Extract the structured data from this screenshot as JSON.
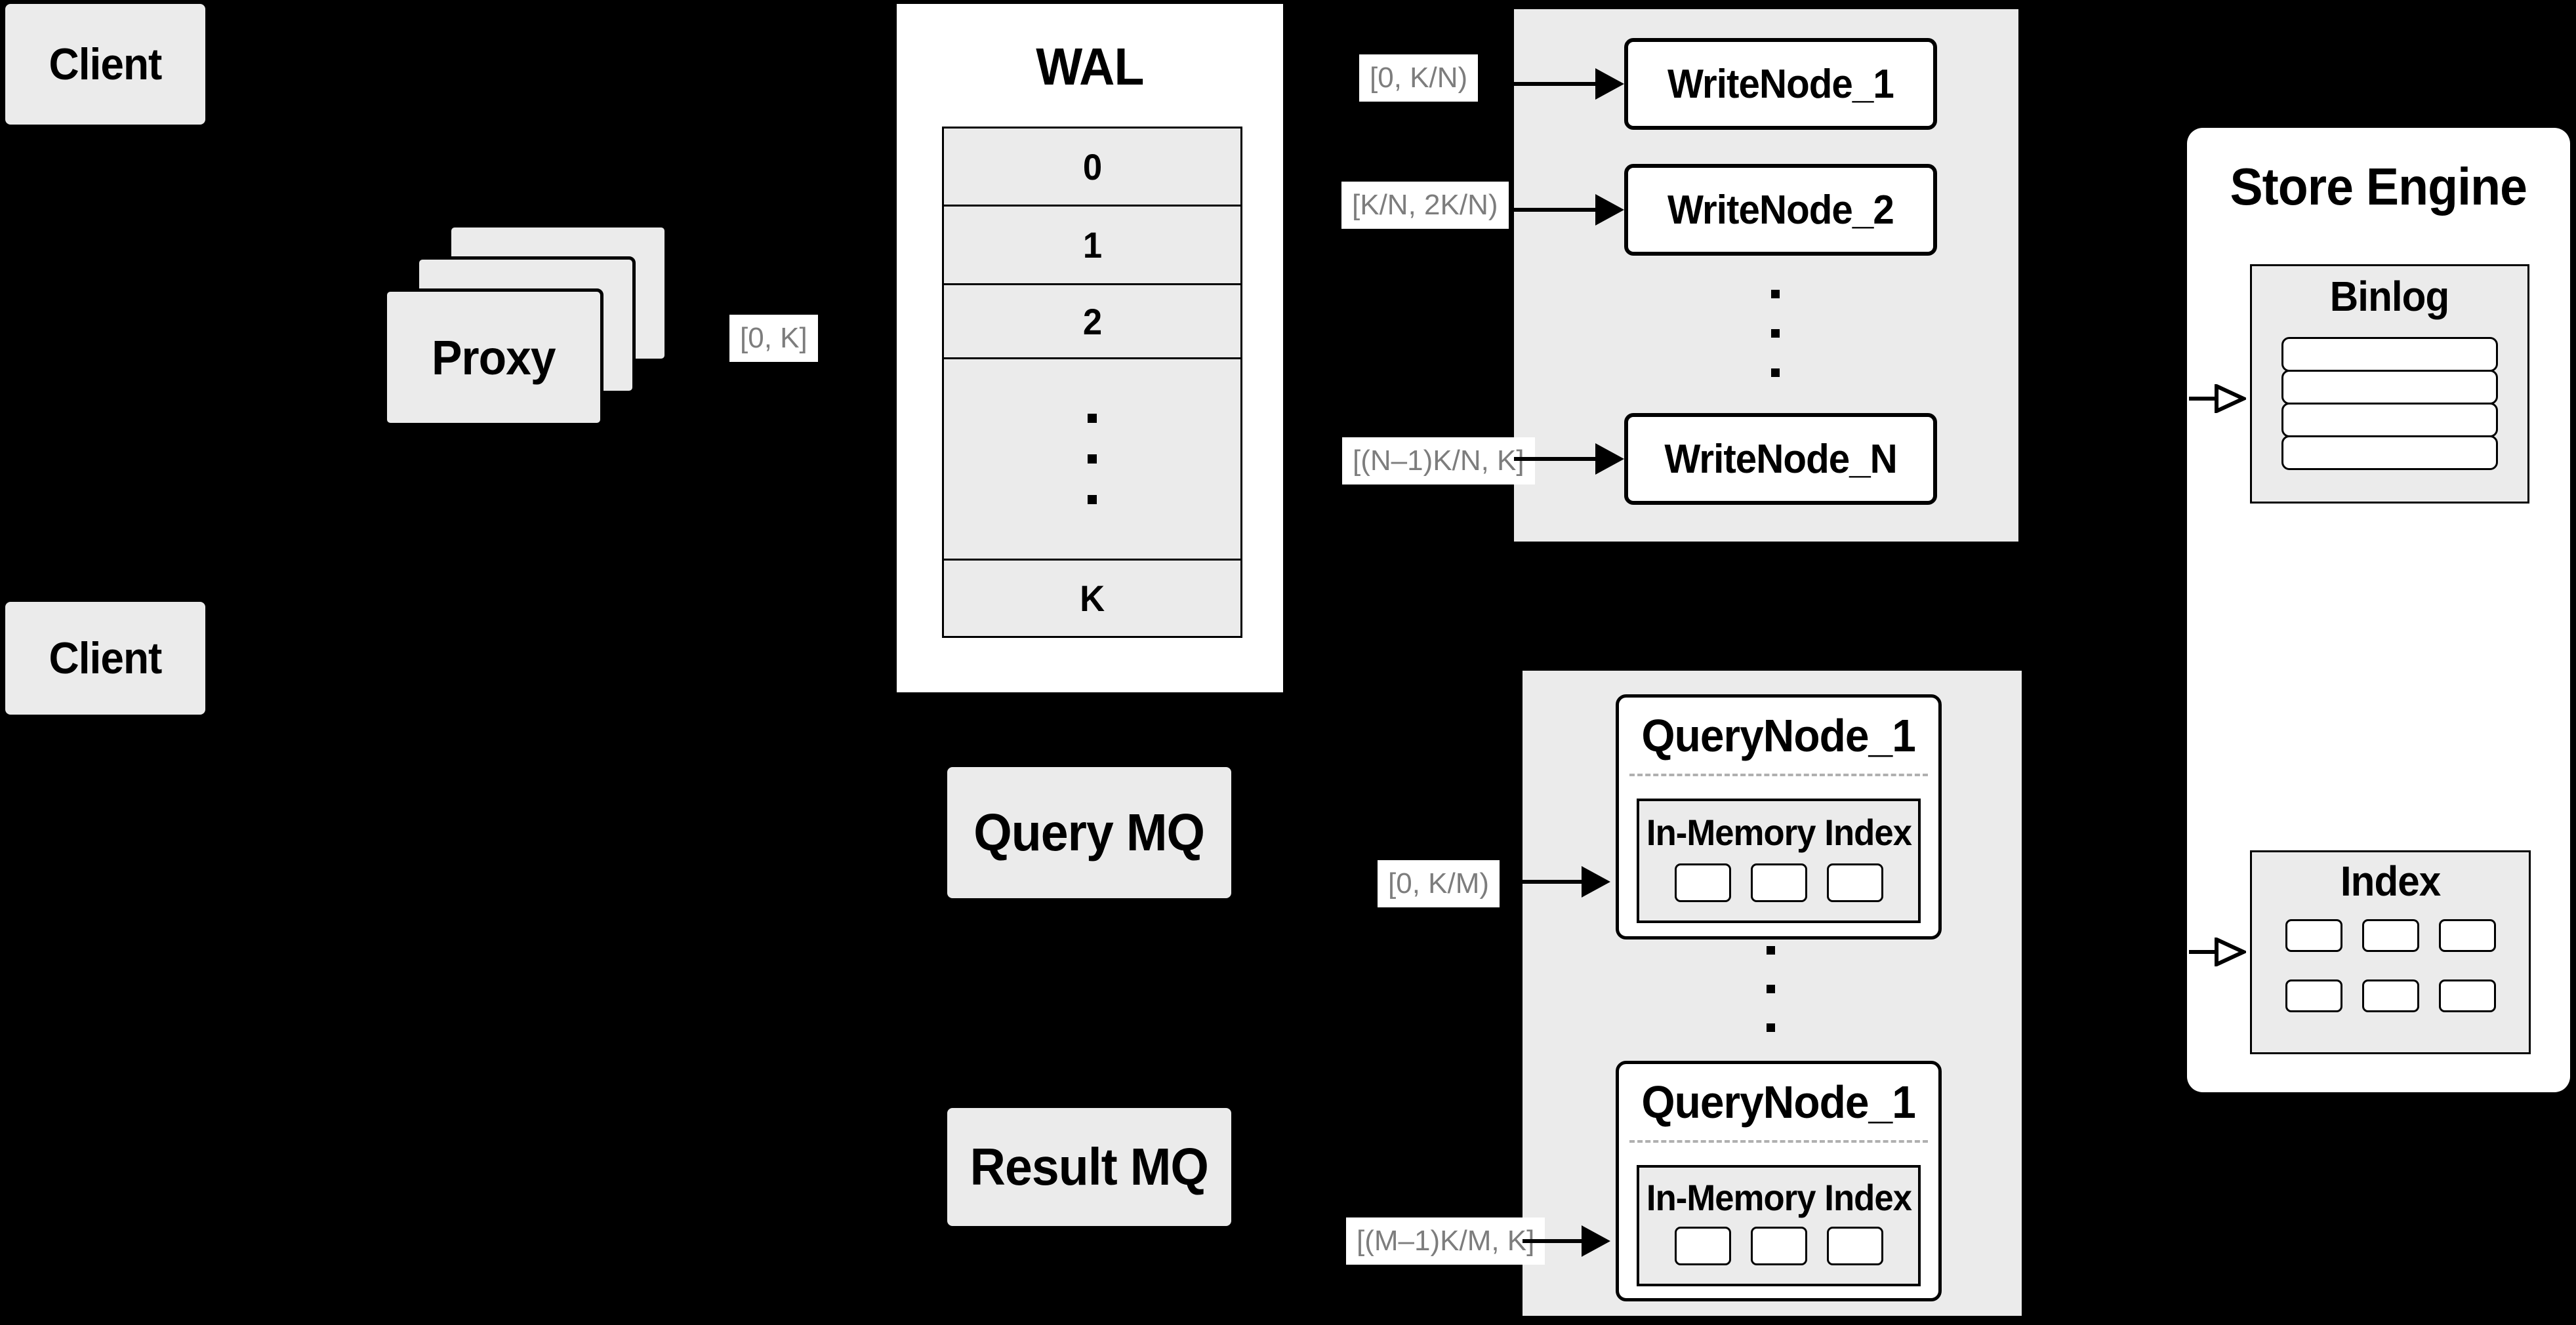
{
  "colors": {
    "background": "#000000",
    "panel_gray": "#ebebeb",
    "panel_white": "#ffffff",
    "stroke": "#000000",
    "range_label_text": "#7d7d7d",
    "dashed_separator": "#b0b0b0"
  },
  "clients": {
    "top": "Client",
    "bottom": "Client"
  },
  "proxy": {
    "label": "Proxy",
    "range_out": "[0, K]"
  },
  "wal": {
    "title": "WAL",
    "rows": [
      "0",
      "1",
      "2",
      "K"
    ]
  },
  "mq": {
    "query": "Query MQ",
    "result": "Result MQ"
  },
  "write_group": {
    "nodes": [
      "WriteNode_1",
      "WriteNode_2",
      "WriteNode_N"
    ],
    "ranges": [
      "[0, K/N)",
      "[K/N, 2K/N)",
      "[(N–1)K/N, K]"
    ]
  },
  "query_group": {
    "nodes": [
      {
        "title": "QueryNode_1",
        "inner_title": "In-Memory Index"
      },
      {
        "title": "QueryNode_1",
        "inner_title": "In-Memory Index"
      }
    ],
    "ranges": [
      "[0, K/M)",
      "[(M–1)K/M, K]"
    ]
  },
  "store_engine": {
    "title": "Store Engine",
    "binlog_title": "Binlog",
    "index_title": "Index"
  }
}
